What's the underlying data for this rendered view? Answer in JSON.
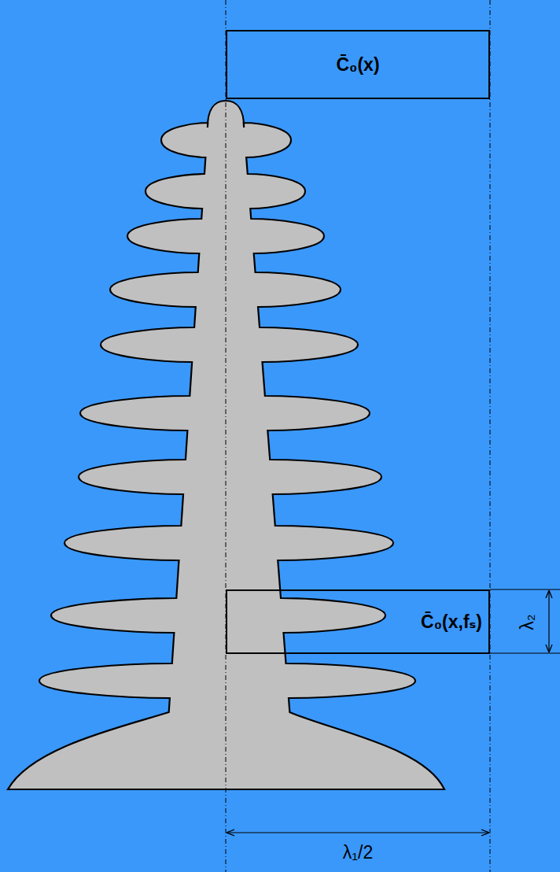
{
  "diagram": {
    "nodes": [
      {
        "text": [
          "C̄₀(x)"
        ]
      },
      {
        "text": [
          "C̄₀(x,fₛ)"
        ]
      }
    ],
    "labels": [
      "λ₂",
      "λ₁/2"
    ]
  }
}
